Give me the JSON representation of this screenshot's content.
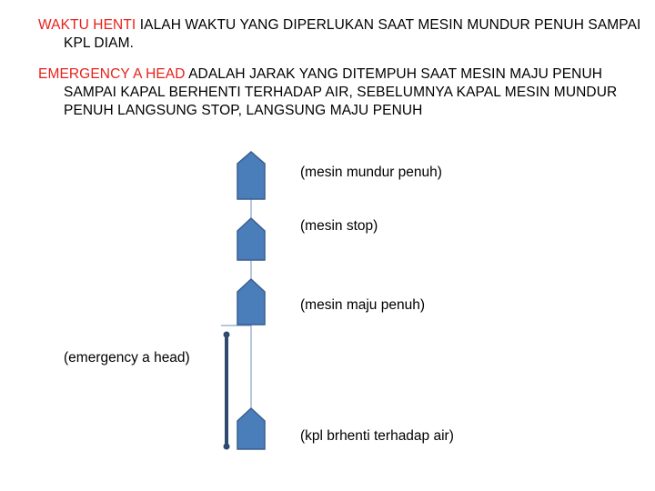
{
  "definitions": [
    {
      "term": "WAKTU HENTI",
      "text": " IALAH WAKTU YANG DIPERLUKAN SAAT MESIN MUNDUR PENUH SAMPAI KPL DIAM."
    },
    {
      "term": "EMERGENCY A HEAD",
      "text": " ADALAH JARAK YANG DITEMPUH SAAT MESIN MAJU PENUH SAMPAI KAPAL BERHENTI  TERHADAP AIR, SEBELUMNYA KAPAL MESIN MUNDUR PENUH LANGSUNG STOP, LANGSUNG MAJU PENUH"
    }
  ],
  "diagram": {
    "labels": {
      "mundur": "(mesin mundur penuh)",
      "stop": "(mesin stop)",
      "maju": "(mesin maju penuh)",
      "emergency": "(emergency a head)",
      "berhenti": "(kpl brhenti terhadap air)"
    },
    "colors": {
      "highlight": "#e8201b",
      "ship_fill": "#4a7ebb",
      "ship_stroke": "#3a5f8f",
      "line": "#6f8fb8",
      "arrow": "#2f4a6e"
    },
    "ship_icon": "ship-marker-icon"
  }
}
